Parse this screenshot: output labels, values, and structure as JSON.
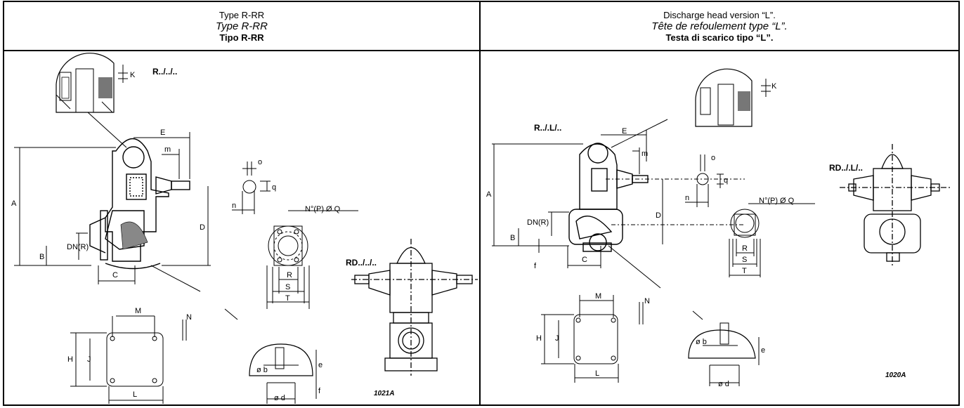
{
  "left_header": {
    "line1": "Type R-RR",
    "line2": "Type R-RR",
    "line3": "Tipo R-RR"
  },
  "right_header": {
    "line1": "Discharge head version “L”.",
    "line2": "Tête de refoulement type “L”.",
    "line3": "Testa di scarico tipo “L”."
  },
  "left_panel": {
    "label_r": "R../../..",
    "label_rd": "RD../../..",
    "code": "1021A",
    "dims": {
      "K": "K",
      "E": "E",
      "m": "m",
      "A": "A",
      "D": "D",
      "B": "B",
      "DN": "DN(R)",
      "C": "C",
      "o": "o",
      "q": "q",
      "n": "n",
      "NPQ": "N°(P) Ø Q",
      "R": "R",
      "S": "S",
      "T": "T",
      "M": "M",
      "N": "N",
      "H": "H",
      "J": "J",
      "L": "L",
      "ob": "ø b",
      "e": "e",
      "f": "f",
      "od": "ø d"
    }
  },
  "right_panel": {
    "label_r": "R../.L/..",
    "label_rd": "RD../.L/..",
    "code": "1020A",
    "dims": {
      "K": "K",
      "E": "E",
      "m": "m",
      "A": "A",
      "D": "D",
      "B": "B",
      "DN": "DN(R)",
      "C": "C",
      "f": "f",
      "o": "o",
      "q": "q",
      "n": "n",
      "NPQ": "N°(P) Ø Q",
      "R": "R",
      "S": "S",
      "T": "T",
      "M": "M",
      "N": "N",
      "H": "H",
      "J": "J",
      "L": "L",
      "ob": "ø b",
      "e": "e",
      "od": "ø d"
    }
  }
}
